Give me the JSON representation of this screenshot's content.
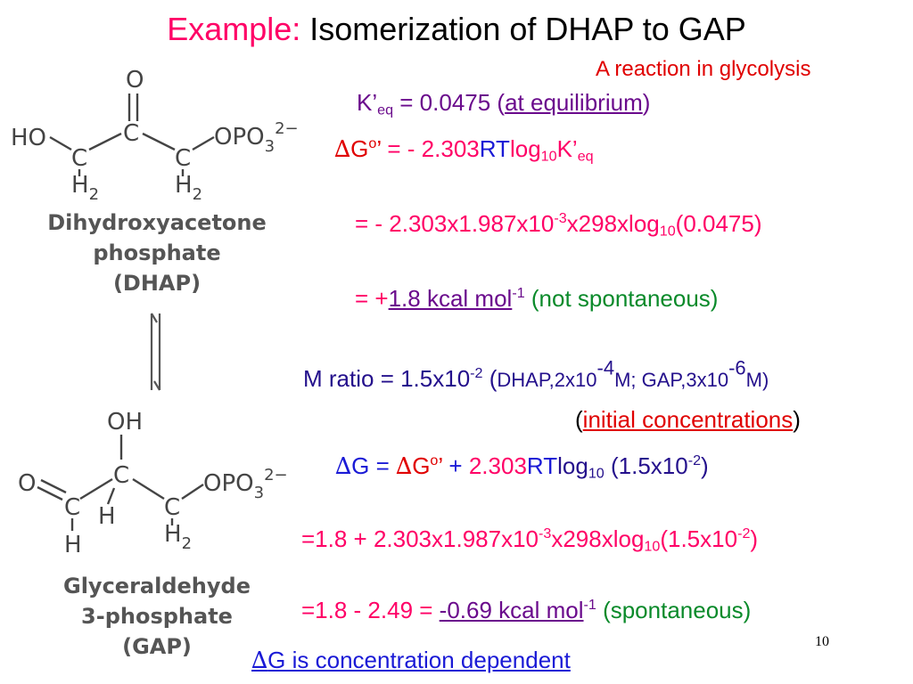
{
  "slide": {
    "title_prefix": "Example:",
    "title_main": " Isomerization of DHAP to GAP",
    "subtitle": "A reaction in glycolysis",
    "page_number": "10"
  },
  "colors": {
    "magenta": "#ff0066",
    "blue": "#1a1ad6",
    "navy": "#24108c",
    "purple": "#6a0a8c",
    "red": "#e00000",
    "green": "#0a8a2a"
  },
  "dhap": {
    "atoms": {
      "o_top": "O",
      "ho": "HO",
      "c1": "C",
      "c2": "C",
      "c3": "C",
      "h2_1": "H",
      "h2_1_sub": "2",
      "h2_3": "H",
      "h2_3_sub": "2",
      "opo3": "OPO",
      "opo3_sub": "3",
      "opo3_sup": "2−"
    },
    "name_lines": [
      "Dihydroxyacetone",
      "phosphate",
      "(DHAP)"
    ]
  },
  "gap": {
    "atoms": {
      "oh": "OH",
      "o_left": "O",
      "c1": "C",
      "c2": "C",
      "c3": "C",
      "h_c1": "H",
      "h_c2": "H",
      "h2_3": "H",
      "h2_3_sub": "2",
      "opo3": "OPO",
      "opo3_sub": "3",
      "opo3_sup": "2−"
    },
    "name_lines": [
      "Glyceraldehyde",
      "3-phosphate",
      "(GAP)"
    ]
  },
  "equations": {
    "keq_K": "K’",
    "keq_sub": "eq",
    "keq_value": " = 0.0475 (",
    "keq_underlined": "at equilibrium",
    "keq_close": ")",
    "dg0_delta": "∆",
    "dg0_G": "G",
    "dg0_o": "o",
    "dg0_prime": "’",
    "dg0_eq": " = - 2.303",
    "dg0_RT": "RT",
    "dg0_log": "log",
    "dg0_log_sub": "10",
    "dg0_K": "K’",
    "dg0_K_sub": "eq",
    "line3_a": "= - 2.303x1.987x10",
    "line3_exp": "-3",
    "line3_b": "x298xlog",
    "line3_sub": "10",
    "line3_c": "(0.0475)",
    "line4_a": "= +",
    "line4_value": "1.8 kcal mol",
    "line4_exp": "-1",
    "line4_note": " (not spontaneous)",
    "mratio_label": "M ratio",
    "mratio_eq": " = 1.5x10",
    "mratio_exp": "-2",
    "mratio_open": " (",
    "mratio_d1": "DHAP,2x10",
    "mratio_d1_exp": "-4",
    "mratio_d2": "M; GAP,3x10",
    "mratio_d2_exp": "-6",
    "mratio_d3": "M)",
    "initial_open": "(",
    "initial_underlined": "initial concentrations",
    "initial_close": ")",
    "dg_delta": "∆",
    "dg_G": "G",
    "dg_eq": " = ",
    "dg_delta2": "∆",
    "dg_G2": "G",
    "dg_o2": "o",
    "dg_prime2": "’",
    "dg_plus": " + ",
    "dg_num": "2.303",
    "dg_RT": "RT",
    "dg_log": "log",
    "dg_log_sub": "10",
    "dg_paren": " (1.5x10",
    "dg_paren_exp": "-2",
    "dg_paren_close": ")",
    "line8_a": "=1.8 + 2.303x1.987x10",
    "line8_exp": "-3",
    "line8_b": "x298xlog",
    "line8_sub": "10",
    "line8_c": "(1.5x10",
    "line8_exp2": "-2",
    "line8_d": ")",
    "line9_a": "=1.8 - 2.49 = ",
    "line9_value": "-0.69 kcal mol",
    "line9_exp": "-1",
    "line9_note": " (spontaneous)",
    "footer_delta": "∆",
    "footer_text": "G is concentration dependent"
  }
}
